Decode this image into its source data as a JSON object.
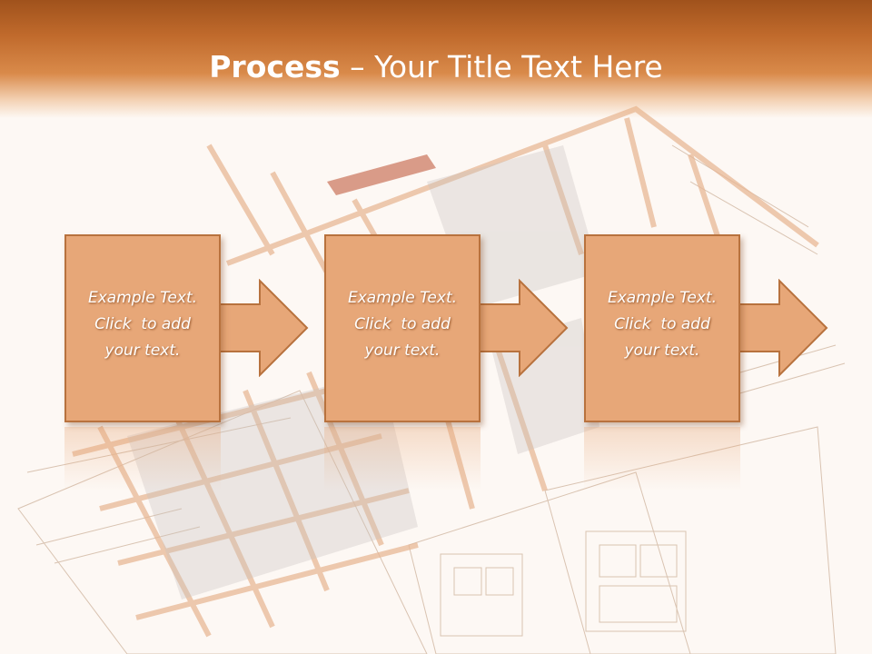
{
  "slide": {
    "title_bold": "Process",
    "title_rest": " – Your Title Text Here",
    "steps": [
      {
        "line1": "Example Text.",
        "line2": "Click  to add",
        "line3": "your text."
      },
      {
        "line1": "Example Text.",
        "line2": "Click  to add",
        "line3": "your text."
      },
      {
        "line1": "Example Text.",
        "line2": "Click  to add",
        "line3": "your text."
      }
    ]
  },
  "colors": {
    "header_dark": "#a0521c",
    "header_mid": "#d98a4a",
    "box_fill": "#e7a778",
    "box_border": "#b8723e",
    "text": "#ffffff",
    "background": "#fdf8f4"
  }
}
